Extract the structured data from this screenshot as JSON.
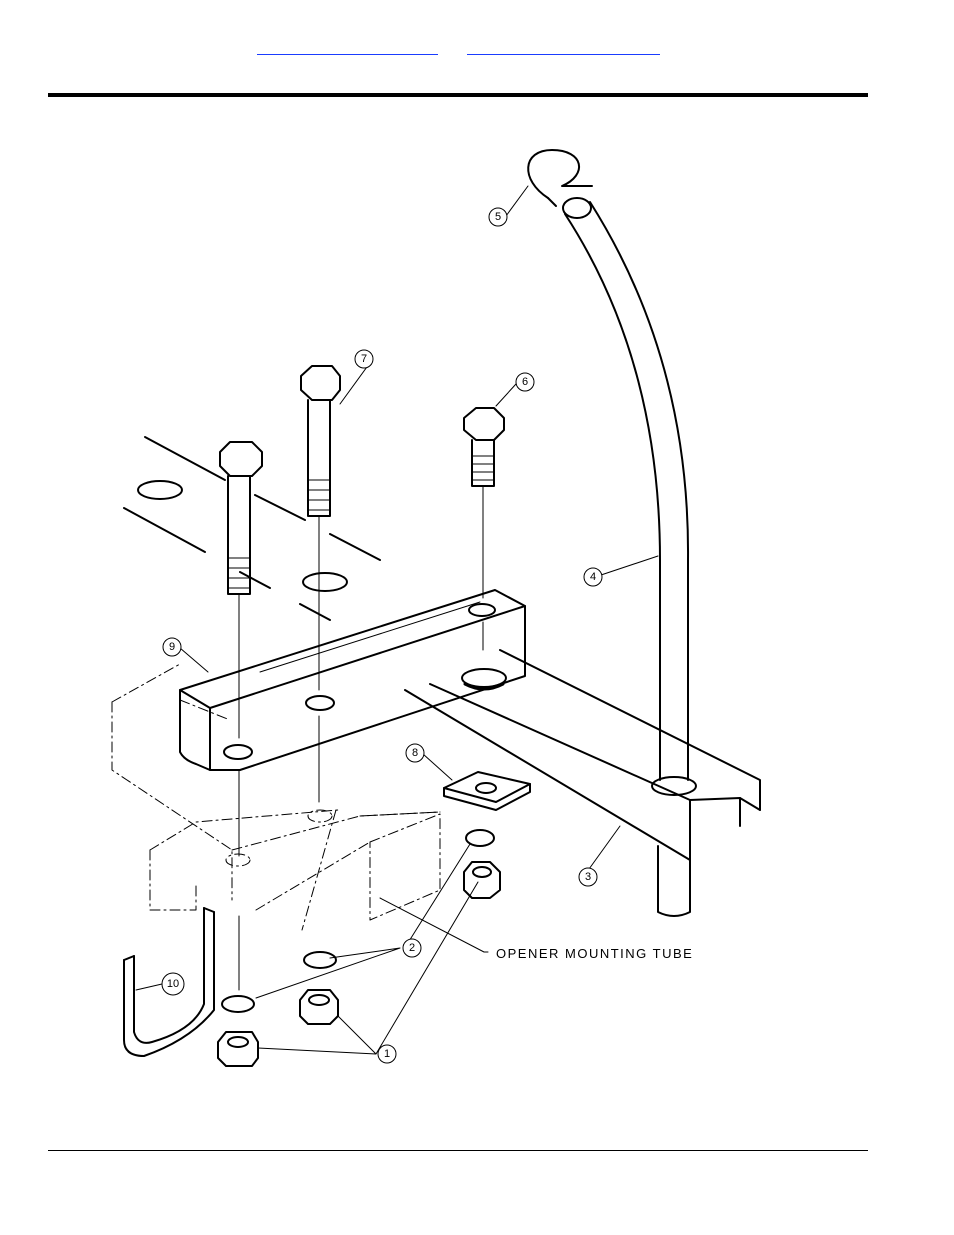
{
  "header": {
    "links": [
      "",
      ""
    ]
  },
  "diagram": {
    "callouts": {
      "c1": "1",
      "c2": "2",
      "c3": "3",
      "c4": "4",
      "c5": "5",
      "c6": "6",
      "c7": "7",
      "c8": "8",
      "c9": "9",
      "c10": "10"
    },
    "labels": {
      "opener_mounting_tube": "OPENER MOUNTING TUBE"
    }
  }
}
